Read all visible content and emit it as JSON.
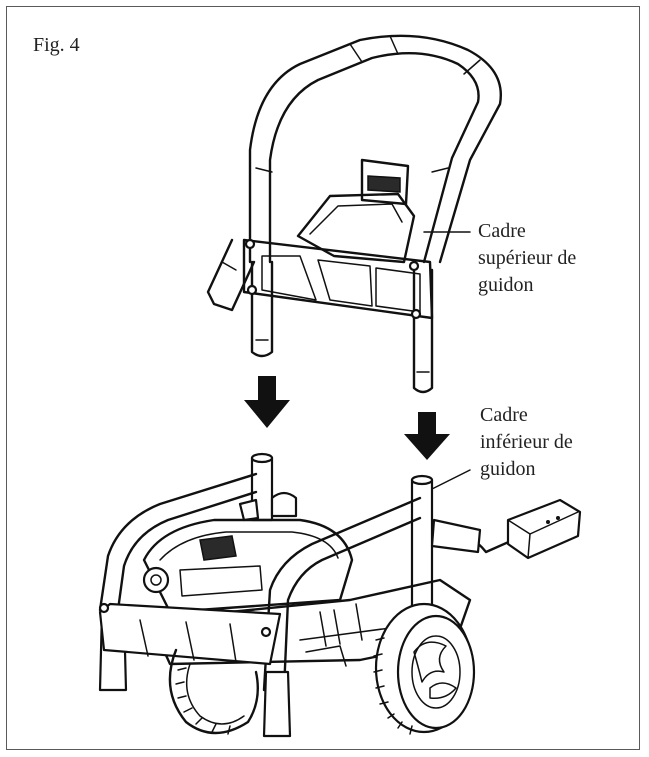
{
  "figure_label": "Fig. 4",
  "callouts": {
    "upper_frame": [
      "Cadre",
      "supérieur de",
      "guidon"
    ],
    "lower_frame": [
      "Cadre",
      "inférieur de",
      "guidon"
    ]
  },
  "colors": {
    "ink": "#111111",
    "frame": "#5a5a5a",
    "background": "#ffffff"
  },
  "icons": {
    "arrow_left": "down-arrow-icon",
    "arrow_right": "down-arrow-icon"
  }
}
